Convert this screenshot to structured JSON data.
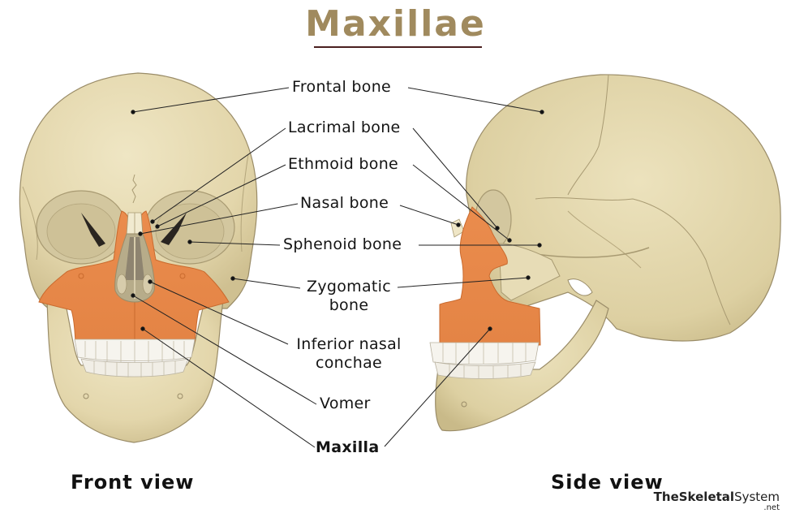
{
  "title": "Maxillae",
  "colors": {
    "title": "#a08a5e",
    "title_underline": "#4a1f1f",
    "bone": "#e6dbb4",
    "bone_shadow": "#cbbd8f",
    "bone_outline": "#8c7e5e",
    "maxilla_highlight": "#e9894a",
    "teeth": "#f6f4ee",
    "label_text": "#141414"
  },
  "labels": {
    "frontal_bone": "Frontal bone",
    "lacrimal_bone": "Lacrimal bone",
    "ethmoid_bone": "Ethmoid bone",
    "nasal_bone": "Nasal bone",
    "sphenoid_bone": "Sphenoid bone",
    "zygomatic_line1": "Zygomatic",
    "zygomatic_line2": "bone",
    "inferior_nasal_line1": "Inferior nasal",
    "inferior_nasal_line2": "conchae",
    "vomer": "Vomer",
    "maxilla": "Maxilla"
  },
  "views": {
    "front": "Front view",
    "side": "Side view"
  },
  "brand": {
    "bold": "TheSkeletal",
    "regular": "System",
    "tld": ".net"
  }
}
